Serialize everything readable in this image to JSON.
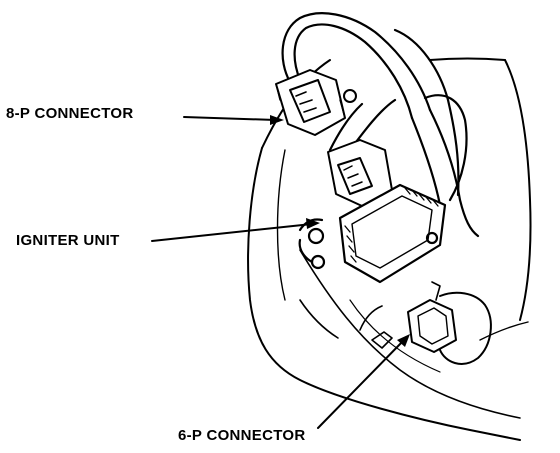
{
  "labels": {
    "connector_8p": "8-P CONNECTOR",
    "igniter_unit": "IGNITER UNIT",
    "connector_6p": "6-P CONNECTOR"
  },
  "colors": {
    "ink": "#000000",
    "paper": "#ffffff"
  }
}
